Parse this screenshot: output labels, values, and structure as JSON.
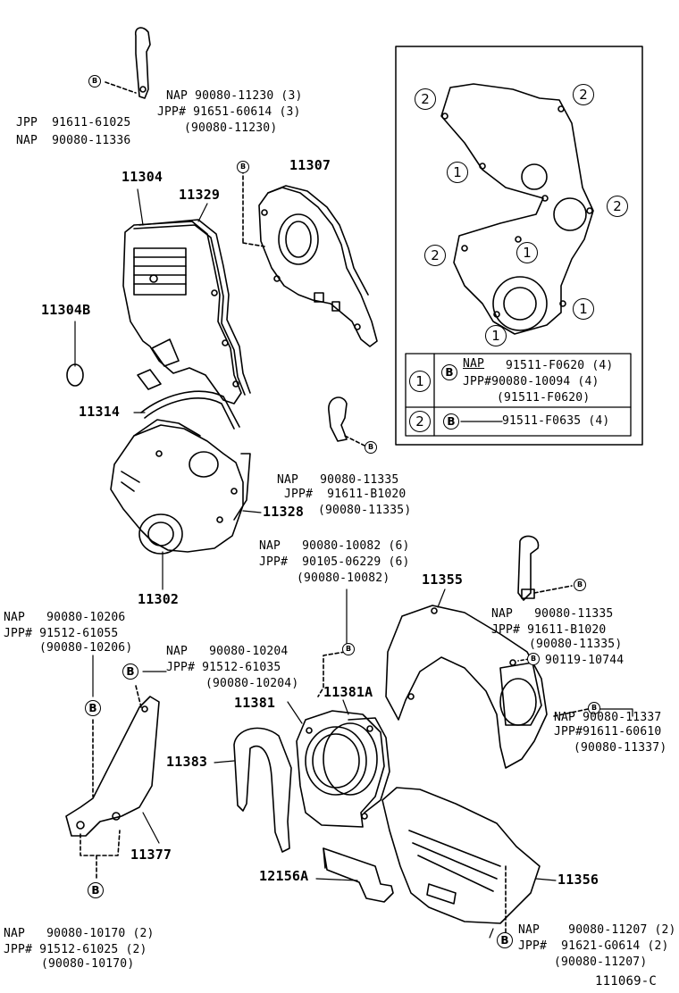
{
  "parts": {
    "p11304": "11304",
    "p11329": "11329",
    "p11307": "11307",
    "p11304b": "11304B",
    "p11314": "11314",
    "p11328": "11328",
    "p11302": "11302",
    "p11355": "11355",
    "p11381": "11381",
    "p11381a": "11381A",
    "p11383": "11383",
    "p11377": "11377",
    "p12156a": "12156A",
    "p11356": "11356"
  },
  "callouts": {
    "top_left_jpp": "JPP  91611-61025",
    "top_left_nap": "NAP  90080-11336",
    "top_nap": "NAP 90080-11230 (3)",
    "top_jpp": "JPP# 91651-60614 (3)",
    "top_paren": "(90080-11230)",
    "mid_nap": "NAP   90080-11335",
    "mid_jpp": "JPP#  91611-B1020",
    "mid_paren": "(90080-11335)",
    "center_nap": "NAP   90080-10082 (6)",
    "center_jpp": "JPP#  90105-06229 (6)",
    "center_paren": "(90080-10082)",
    "left_nap": "NAP   90080-10206",
    "left_jpp": "JPP# 91512-61055",
    "left_paren": "(90080-10206)",
    "bl_nap": "NAP   90080-10204",
    "bl_jpp": "JPP# 91512-61035",
    "bl_paren": "(90080-10204)",
    "right_nap": "NAP   90080-11335",
    "right_jpp": "JPP# 91611-B1020",
    "right_paren": "(90080-11335)",
    "right_bolt": "90119-10744",
    "r2_nap": "NAP 90080-11337",
    "r2_jpp": "JPP#91611-60610",
    "r2_paren": "(90080-11337)",
    "bottom_nap": "NAP   90080-10170 (2)",
    "bottom_jpp": "JPP# 91512-61025 (2)",
    "bottom_paren": "(90080-10170)",
    "br_nap": "NAP    90080-11207 (2)",
    "br_jpp": "JPP#  91621-G0614 (2)",
    "br_paren": "(90080-11207)"
  },
  "legend": {
    "row1_nap_label": "NAP",
    "row1_nap_value": "91511-F0620 (4)",
    "row1_jpp": "JPP#90080-10094 (4)",
    "row1_paren": "(91511-F0620)",
    "row2_value": "91511-F0635 (4)"
  },
  "markers": {
    "one": "1",
    "two": "2",
    "b": "B"
  },
  "figure_code": "111069-C"
}
